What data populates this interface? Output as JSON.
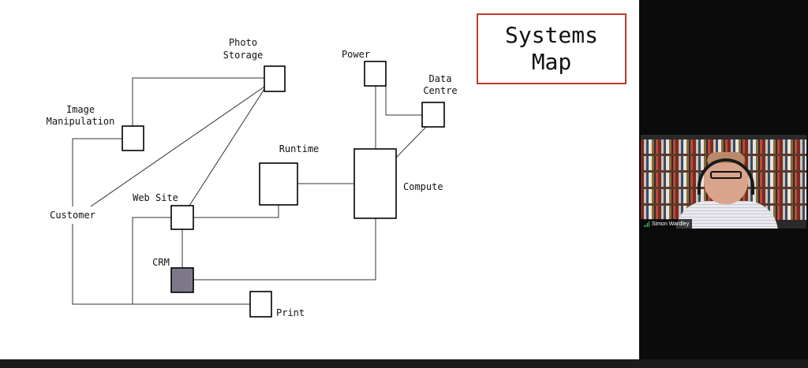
{
  "slide": {
    "title_line1": "Systems",
    "title_line2": "Map",
    "nodes": {
      "photo_storage": [
        "Photo",
        "Storage"
      ],
      "power": "Power",
      "data_centre": [
        "Data",
        "Centre"
      ],
      "image_manipulation": [
        "Image",
        "Manipulation"
      ],
      "runtime": "Runtime",
      "compute": "Compute",
      "customer": "Customer",
      "web_site": "Web Site",
      "crm": "CRM",
      "print": "Print"
    },
    "colors": {
      "title_border": "#c0392b",
      "crm_fill": "#7d7887"
    }
  },
  "video": {
    "participant_name": "Simon Wardley"
  }
}
